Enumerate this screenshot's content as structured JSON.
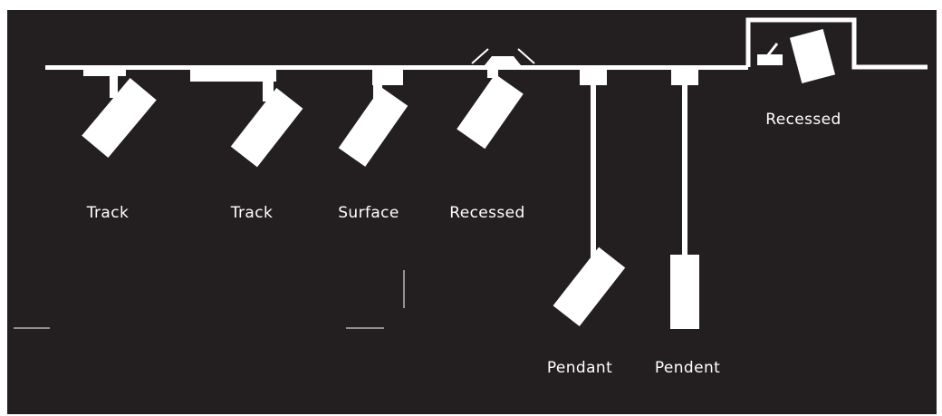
{
  "colors": {
    "background": "#231f20",
    "foreground": "#ffffff",
    "outer": "#ffffff"
  },
  "labels": {
    "track_1": "Track",
    "track_2": "Track",
    "surface": "Surface",
    "recessed_1": "Recessed",
    "pendant": "Pendant",
    "pendent": "Pendent",
    "recessed_2": "Recessed"
  }
}
